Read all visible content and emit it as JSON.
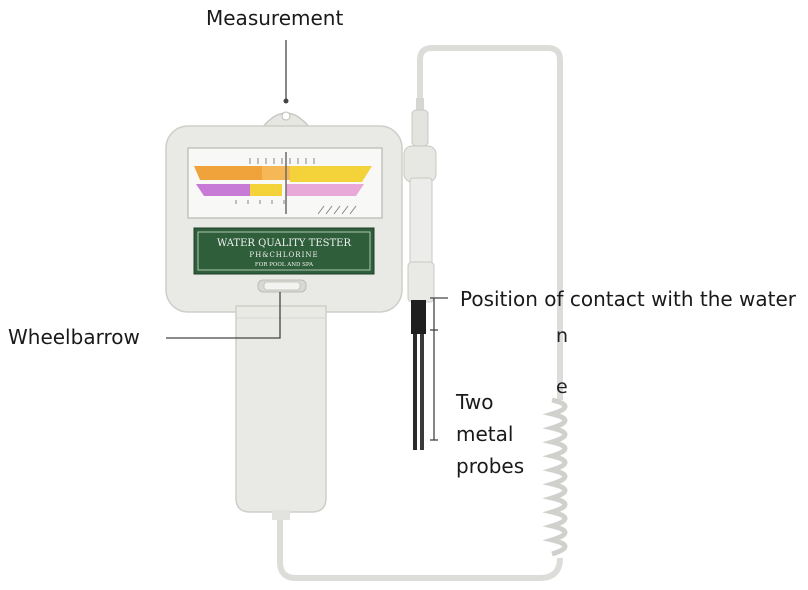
{
  "labels": {
    "measurement": "Measurement",
    "wheelbarrow": "Wheelbarrow",
    "contact": "Position of contact with the water",
    "probes_line1": "Two",
    "probes_line2": "metal",
    "probes_line3": "probes",
    "fragment_n": "n",
    "fragment_e": "e"
  },
  "device": {
    "panel_title": "WATER QUALITY TESTER",
    "panel_subtitle": "PH&CHLORINE",
    "panel_caption": "FOR POOL AND SPA"
  },
  "colors": {
    "body": "#e9e9e6",
    "panel": "#2f5e3a",
    "gauge_orange": "#f0a33a",
    "gauge_yellow": "#f4d23a",
    "gauge_pink": "#e8a8d8",
    "gauge_purple": "#c77ad6"
  }
}
